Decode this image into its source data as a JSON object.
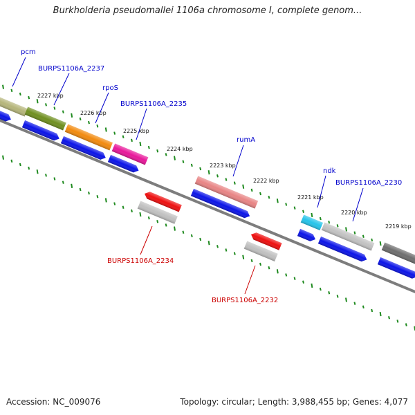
{
  "title": "Burkholderia pseudomallei 1106a chromosome I, complete genom...",
  "footer": {
    "accession": "Accession: NC_009076",
    "summary": "Topology: circular; Length: 3,988,455 bp; Genes: 4,077"
  },
  "colors": {
    "backbone": "#7d7d7d",
    "tick": "#1f8a1f",
    "forward_label": "#0000cc",
    "reverse_label": "#cc0000",
    "cds_blue": "#0b14e8",
    "cds_red": "#ee0f0f"
  },
  "ticks": [
    {
      "label": "2227 kbp"
    },
    {
      "label": "2226 kbp"
    },
    {
      "label": "2225 kbp"
    },
    {
      "label": "2224 kbp"
    },
    {
      "label": "2223 kbp"
    },
    {
      "label": "2222 kbp"
    },
    {
      "label": "2221 kbp"
    },
    {
      "label": "2220 kbp"
    },
    {
      "label": "2219 kbp"
    }
  ],
  "forward_genes": [
    {
      "name": "pcm",
      "color": "#b5b57a"
    },
    {
      "name": "BURPS1106A_2237",
      "color": "#6f8f1f"
    },
    {
      "name": "rpoS",
      "color": "#f28a0e"
    },
    {
      "name": "BURPS1106A_2235",
      "color": "#e8179a"
    },
    {
      "name": "rumA",
      "color": "#e88484"
    },
    {
      "name": "ndk",
      "color": "#25c4ea"
    },
    {
      "name": "BURPS1106A_2230",
      "color": "#c2c2c2"
    },
    {
      "name": "",
      "color": "#6e6e6e"
    }
  ],
  "reverse_genes": [
    {
      "name": "BURPS1106A_2234",
      "color": "#c0c0c0"
    },
    {
      "name": "BURPS1106A_2232",
      "color": "#c0c0c0"
    }
  ]
}
